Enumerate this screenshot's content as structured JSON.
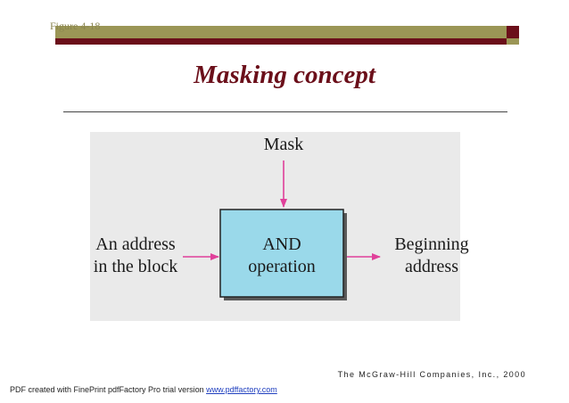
{
  "header": {
    "figure_label": "Figure 4-18",
    "title": "Masking concept"
  },
  "diagram": {
    "mask_label": "Mask",
    "input_label_line1": "An address",
    "input_label_line2": "in the block",
    "operation_line1": "AND",
    "operation_line2": "operation",
    "output_label_line1": "Beginning",
    "output_label_line2": "address"
  },
  "colors": {
    "title": "#6b0f1a",
    "bar_olive": "#9b9656",
    "bar_dark": "#6b0f1a",
    "panel_background": "#eaeaea",
    "operation_box": "#9ad9ea",
    "arrow": "#e0409a"
  },
  "footer": {
    "copyright": "The McGraw-Hill Companies, Inc., 2000",
    "pdf_notice": "PDF created with FinePrint pdfFactory Pro trial version ",
    "pdf_link": "www.pdffactory.com"
  }
}
